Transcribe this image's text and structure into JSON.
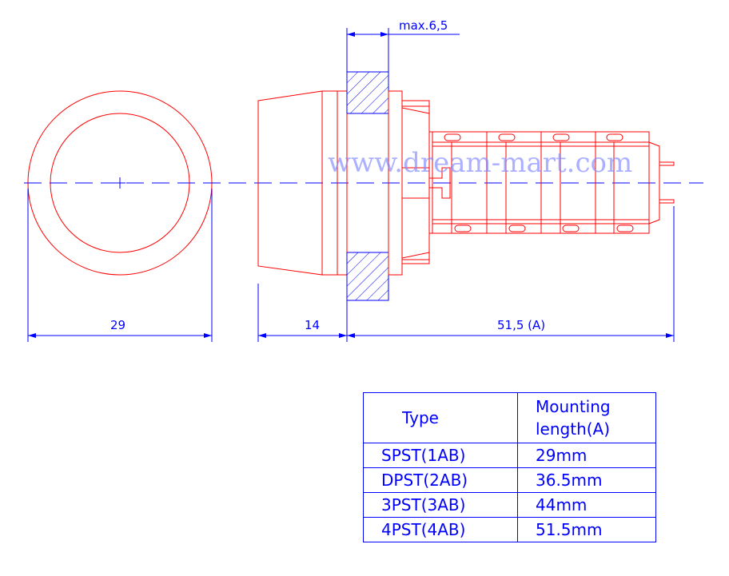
{
  "dimensions": {
    "max_panel": "max.6,5",
    "diameter": "29",
    "front_length": "14",
    "mounting_length": "51,5 (A)"
  },
  "watermark": "www.dream-mart.com",
  "colors": {
    "outline": "#ff0000",
    "dimension": "#0000ff"
  },
  "table": {
    "headers": [
      "Type",
      "Mounting length(A)"
    ],
    "rows": [
      {
        "type": "SPST(1AB)",
        "length": "29mm"
      },
      {
        "type": "DPST(2AB)",
        "length": "36.5mm"
      },
      {
        "type": "3PST(3AB)",
        "length": "44mm"
      },
      {
        "type": "4PST(4AB)",
        "length": "51.5mm"
      }
    ]
  }
}
